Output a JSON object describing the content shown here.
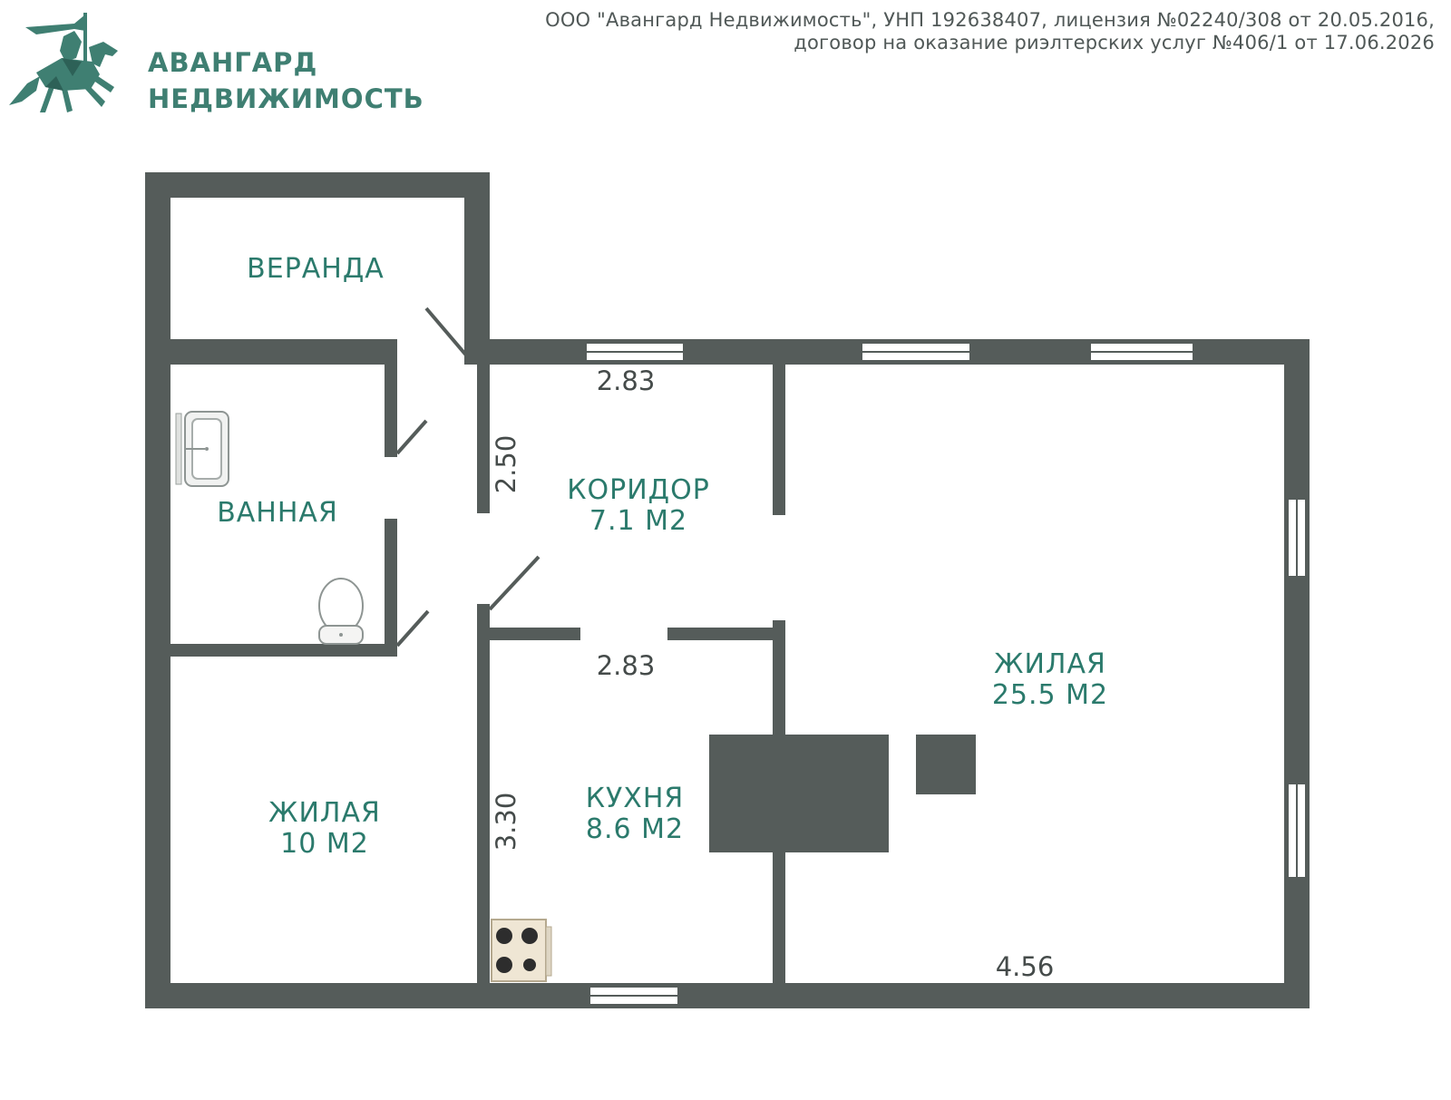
{
  "header": {
    "line1": "ООО \"Авангард Недвижимость\", УНП 192638407, лицензия №02240/308 от 20.05.2016,",
    "line2": "договор на оказание риэлтерских услуг №406/1 от 17.06.2026"
  },
  "logo": {
    "line1": "АВАНГАРД",
    "line2": "НЕДВИЖИМОСТЬ",
    "icon": "knight-on-horse-icon"
  },
  "colors": {
    "wall": "#555c5a",
    "brand": "#3f7f72",
    "label": "#2b7a6c"
  },
  "rooms": {
    "veranda": {
      "name": "ВЕРАНДА"
    },
    "bathroom": {
      "name": "ВАННАЯ"
    },
    "corridor": {
      "name": "КОРИДОР",
      "area": "7.1 М2"
    },
    "kitchen": {
      "name": "КУХНЯ",
      "area": "8.6 М2"
    },
    "living_small": {
      "name": "ЖИЛАЯ",
      "area": "10 М2"
    },
    "living_large": {
      "name": "ЖИЛАЯ",
      "area": "25.5 М2"
    }
  },
  "dimensions": {
    "corridor_top": "2.83",
    "corridor_side": "2.50",
    "kitchen_top": "2.83",
    "kitchen_side": "3.30",
    "living_bottom": "4.56"
  }
}
